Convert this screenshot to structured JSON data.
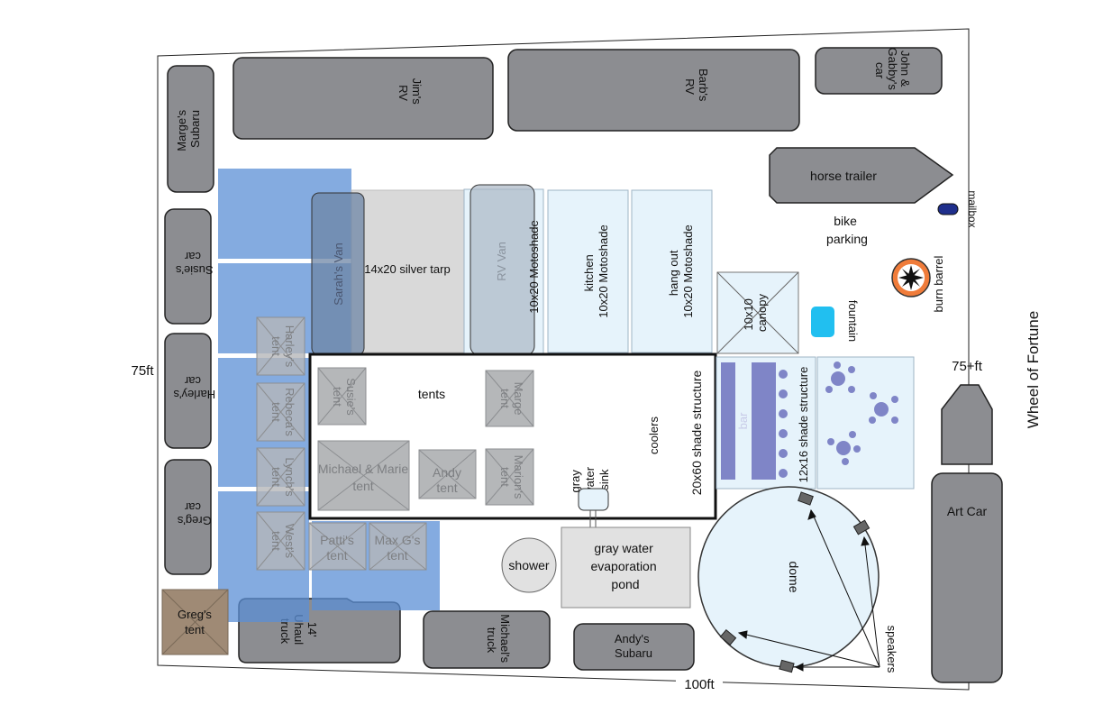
{
  "colors": {
    "car_fill": "#8c8d91",
    "blue_area": "#5b8fd6",
    "shade_fill": "#e6f3fb",
    "silver_tarp": "#d9d9d9",
    "tent_fill": "#b5b7b9",
    "greg_tent": "#9f8a75",
    "bar": "#7f85c7",
    "fountain": "#21bff0",
    "mailbox": "#1f2f8c"
  },
  "dimensions": {
    "left": "75ft",
    "right": "75+ft",
    "bottom": "100ft"
  },
  "site_label": "Wheel of Fortune",
  "vehicles": {
    "jims_rv": [
      "Jim's",
      "RV"
    ],
    "barbs_rv": [
      "Barb's",
      "RV"
    ],
    "john_gabby_car": [
      "John &",
      "Gabby's",
      "car"
    ],
    "marge_subaru": [
      "Marge's",
      "Subaru"
    ],
    "susie_car": [
      "Susie's",
      "car"
    ],
    "harley_car": [
      "Harley's",
      "car"
    ],
    "greg_car": [
      "Greg's",
      "car"
    ],
    "horse_trailer": "horse trailer",
    "sarahs_van": "Sarah's Van",
    "rv_van": "RV Van",
    "uhaul": [
      "14'",
      "Uhaul",
      "truck"
    ],
    "michaels_truck": [
      "Michael's",
      "truck"
    ],
    "andys_subaru": [
      "Andy's",
      "Subaru"
    ],
    "art_car": "Art Car"
  },
  "structures": {
    "silver_tarp": "14x20 silver tarp",
    "moto1": "10x20 Motoshade",
    "kitchen": [
      "kitchen",
      "10x20 Motoshade"
    ],
    "hangout": [
      "hang out",
      "10x20 Motoshade"
    ],
    "canopy": [
      "10x10",
      "canopy"
    ],
    "shade20x60": "20x60 shade structure",
    "coolers": "coolers",
    "tents_label": "tents",
    "gray_water_sink": [
      "gray",
      "water",
      "sink"
    ],
    "bar": "bar",
    "shade12x16": "12x16 shade structure",
    "shower": "shower",
    "evap_pond": [
      "gray water",
      "evaporation",
      "pond"
    ],
    "dome": "dome",
    "speakers": "speakers"
  },
  "tents": {
    "harleys": [
      "Harley's",
      "tent"
    ],
    "rebeccas": [
      "Rebeca's",
      "tent"
    ],
    "lynchs": [
      "Lynch's",
      "tent"
    ],
    "wests": [
      "West's",
      "tent"
    ],
    "susies": [
      "Susie's",
      "tent"
    ],
    "marge": [
      "Marge",
      "tent"
    ],
    "michael_marie": [
      "Michael & Marie",
      "tent"
    ],
    "andy": [
      "Andy",
      "tent"
    ],
    "marions": [
      "Marion's",
      "tent"
    ],
    "pattis": [
      "Patti's",
      "tent"
    ],
    "maxg": [
      "Max G's",
      "tent"
    ],
    "gregs": [
      "Greg's",
      "tent"
    ]
  },
  "misc": {
    "bike_parking": [
      "bike",
      "parking"
    ],
    "mailbox": "mailbox",
    "burn_barrel": "burn barrel",
    "fountain": "fountain"
  }
}
